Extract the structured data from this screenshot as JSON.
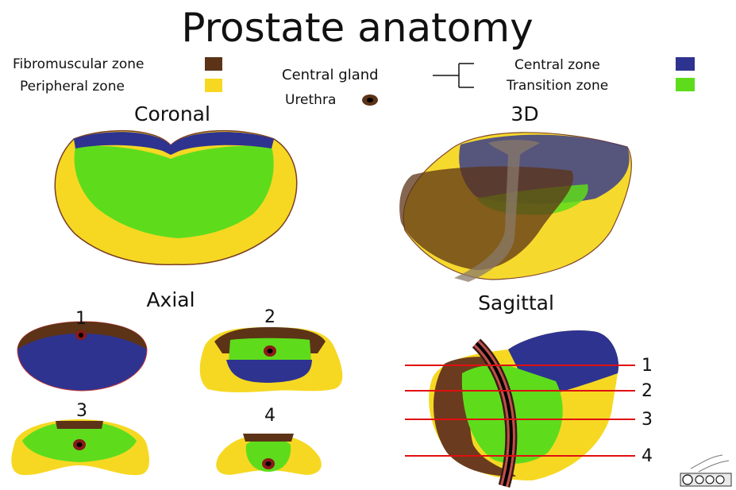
{
  "title": "Prostate anatomy",
  "legend": {
    "fibromuscular": "Fibromuscular zone",
    "peripheral": "Peripheral zone",
    "central_gland": "Central gland",
    "urethra": "Urethra",
    "central_zone": "Central zone",
    "transition_zone": "Transition zone"
  },
  "views": {
    "coronal": "Coronal",
    "three_d": "3D",
    "axial": "Axial",
    "sagittal": "Sagittal"
  },
  "axial_numbers": [
    "1",
    "2",
    "3",
    "4"
  ],
  "sagittal_numbers": [
    "1",
    "2",
    "3",
    "4"
  ],
  "colors": {
    "fibromuscular": "#5c3317",
    "peripheral": "#f6d822",
    "central_zone": "#2e3390",
    "transition_zone": "#5edc1c",
    "urethra_line": "#e01010"
  },
  "license_badge": "cc-by-sa-badge-icon"
}
